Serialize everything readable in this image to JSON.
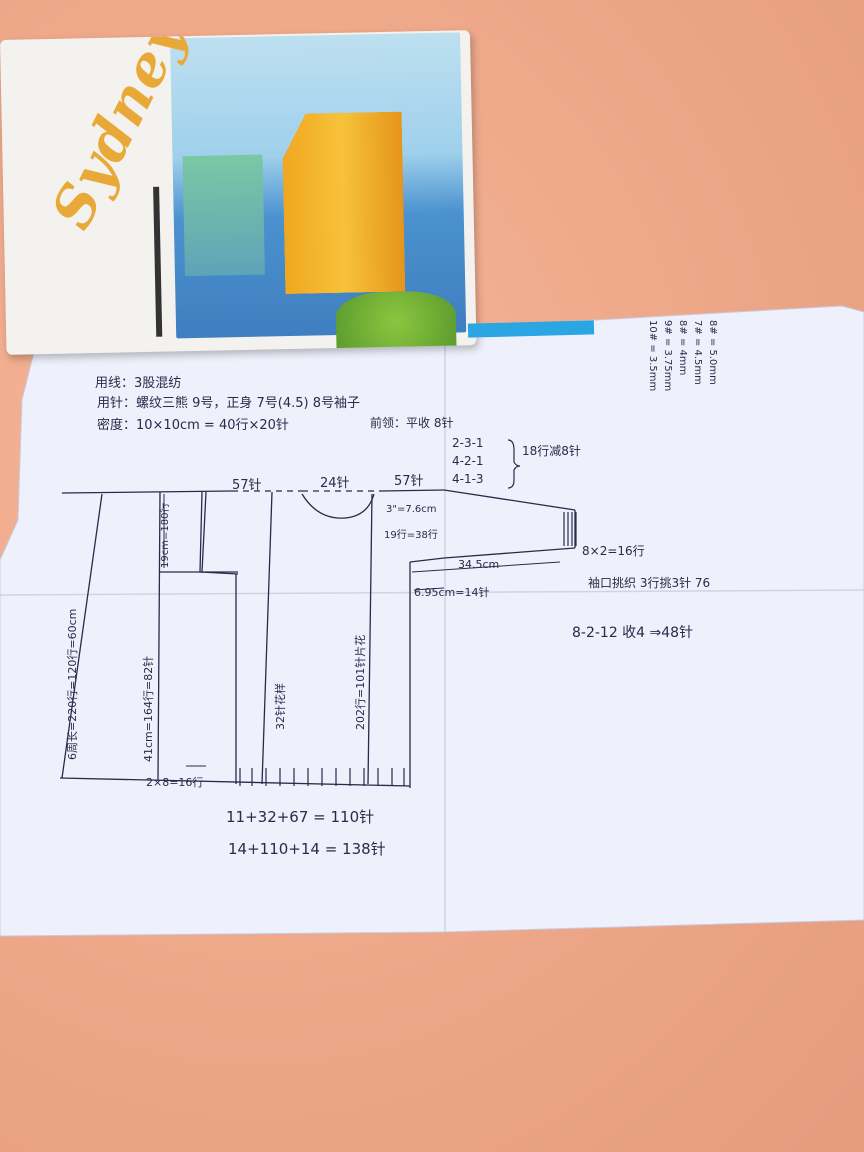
{
  "notebook": {
    "title": "Sydney",
    "ribbon_color": "#2aa6e3"
  },
  "notes": {
    "line1": "用线：3股混纺",
    "line2": "用针：螺纹三熊 9号，正身 7号(4.5)  8号袖子",
    "line3": "密度：10×10cm = 40行×20针",
    "right_top1": "8# = 5.0mm",
    "right_top2": "7# = 4.5mm",
    "right_top3": "8# = 4mm",
    "right_top4": "9# = 3.75mm",
    "right_top5": "10# = 3.5mm"
  },
  "diagram": {
    "top_left": "57针",
    "top_mid": "24针",
    "top_right": "57针",
    "front_collar": "前领：平收 8针",
    "dec1": "2-3-1",
    "dec2": "4-2-1",
    "dec3": "4-1-3",
    "dec_total": "18行减8针",
    "neck_depth": "3\"=7.6cm",
    "neck_rows": "19行=38行",
    "left_side": "6周长=220行=120行=60cm",
    "inner_left": "41cm=164行=82针",
    "mid_band": "32针花样",
    "right_side": "202行=101针片花",
    "top_short": "19cm=180行",
    "sleeve_width": "34.5cm",
    "armhole": "6.95cm=14针",
    "cuff": "8×2=16行",
    "sleeve_note": "袖口挑织 3行挑3针 76",
    "sleeve_dec": "8-2-12  收4 ⇒48针",
    "bottom_rib": "2×8=16行",
    "sum1": "11+32+67 = 110针",
    "sum2": "14+110+14 = 138针"
  }
}
